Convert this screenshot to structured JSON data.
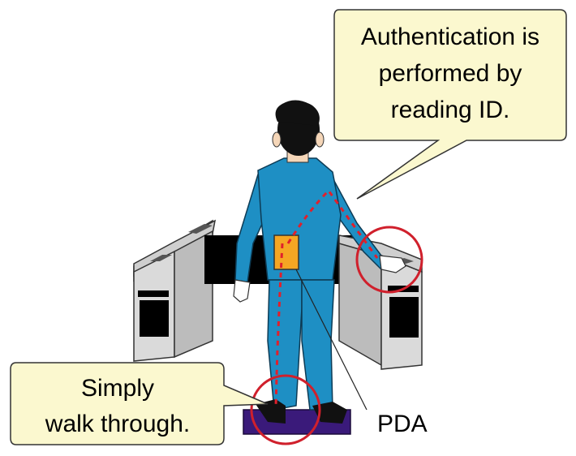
{
  "callouts": {
    "authentication": {
      "lines": [
        "Authentication is",
        "performed by",
        "reading ID."
      ]
    },
    "walk": {
      "lines": [
        "Simply",
        "walk through."
      ]
    }
  },
  "labels": {
    "pda": "PDA"
  },
  "colors": {
    "callout_fill": "#fbf8cf",
    "suit": "#1e8fc4",
    "hair": "#111111",
    "gate_body": "#d9d9d9",
    "gate_dark": "#000000",
    "mat": "#3a1a7a",
    "pda": "#f5a623",
    "signal": "#e0202c",
    "highlight_circle": "#d0202c"
  }
}
